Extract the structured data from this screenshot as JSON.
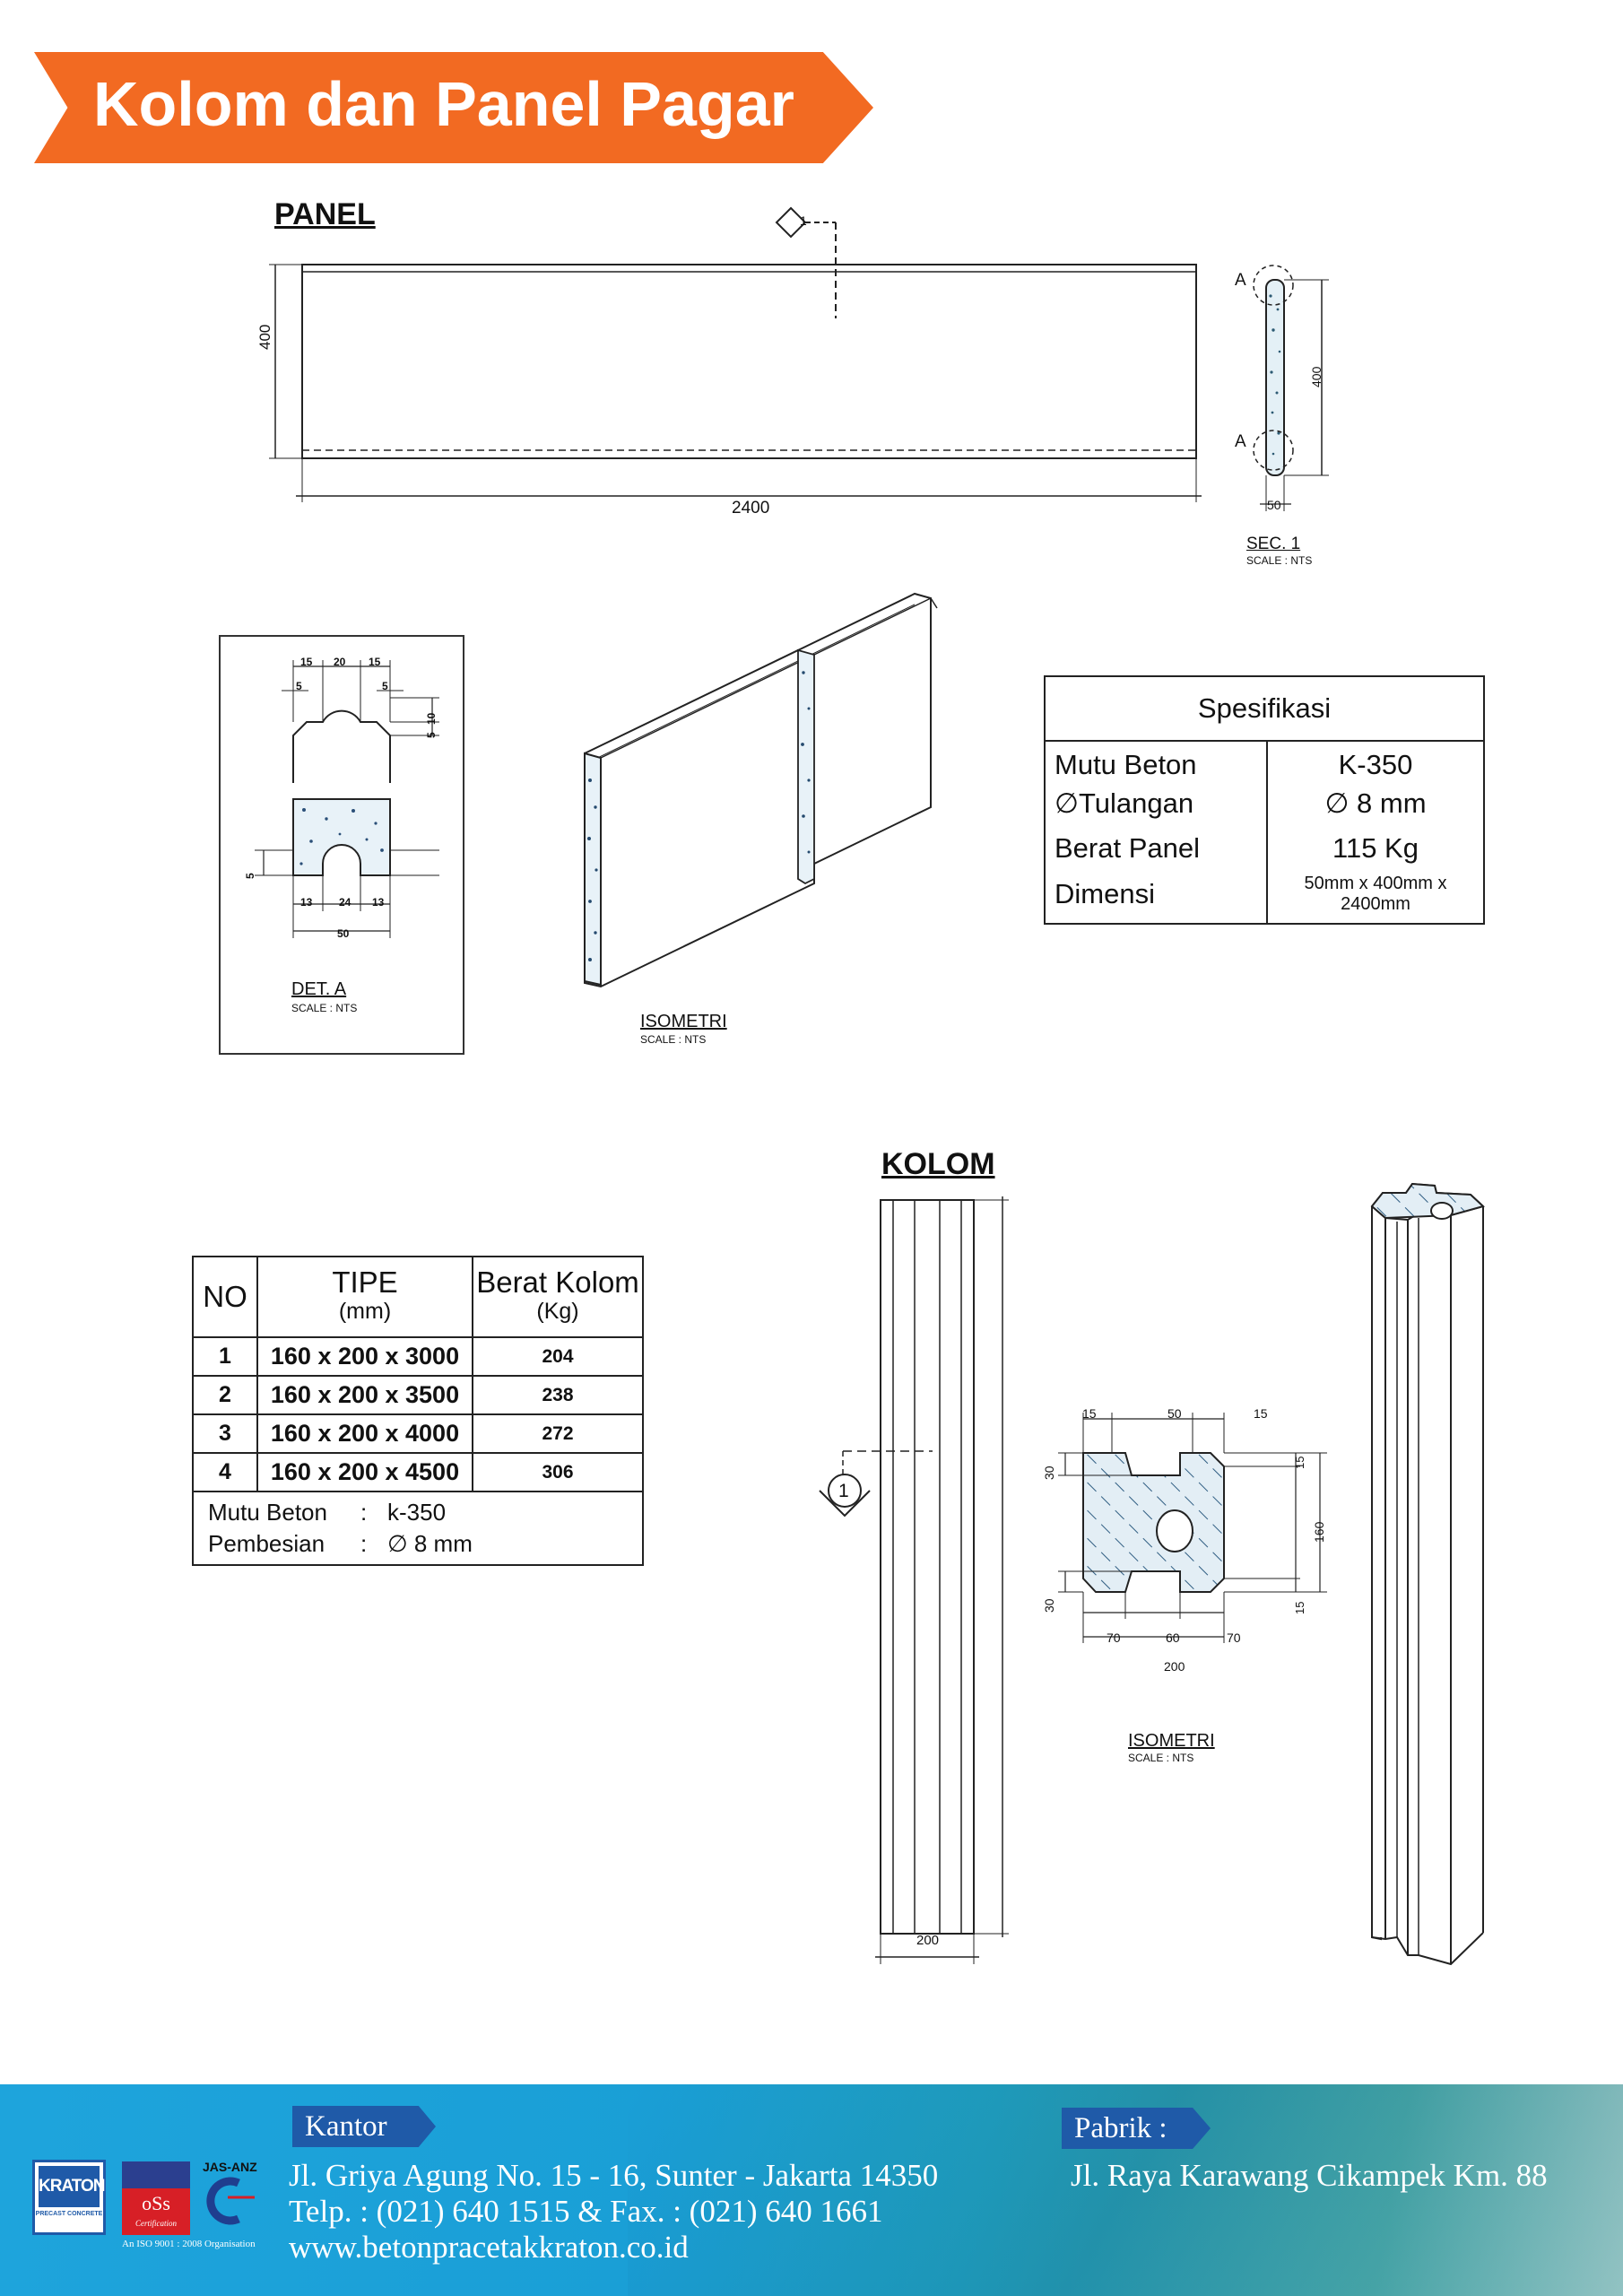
{
  "title": "Kolom dan Panel Pagar",
  "panel": {
    "label": "PANEL",
    "height_dim": "400",
    "length_dim": "2400",
    "section_marker": "1",
    "section": {
      "label": "SEC.  1",
      "scale": "SCALE : NTS",
      "marker_a": "A",
      "height_dim": "400",
      "width_dim": "50"
    },
    "detail": {
      "label": "DET.  A",
      "scale": "SCALE : NTS",
      "dims": [
        "15",
        "20",
        "15",
        "5",
        "5",
        "5",
        "10",
        "5",
        "13",
        "24",
        "13",
        "50"
      ]
    },
    "isometric": {
      "label": "ISOMETRI",
      "scale": "SCALE : NTS"
    }
  },
  "spesifikasi": {
    "header": "Spesifikasi",
    "rows": [
      {
        "label": "Mutu Beton",
        "value": "K-350"
      },
      {
        "label": "∅Tulangan",
        "value": "∅ 8 mm"
      },
      {
        "label": "Berat Panel",
        "value": "115 Kg"
      },
      {
        "label": "Dimensi",
        "value": "50mm x 400mm x 2400mm"
      }
    ]
  },
  "kolom": {
    "label": "KOLOM",
    "marker": "1",
    "width_dim": "200",
    "isometric": {
      "label": "ISOMETRI",
      "scale": "SCALE : NTS"
    },
    "section_dims": {
      "top": [
        "15",
        "50",
        "15"
      ],
      "left": [
        "30",
        "30"
      ],
      "right": [
        "15",
        "160",
        "15"
      ],
      "bottom": [
        "70",
        "60",
        "70"
      ],
      "total": "200"
    }
  },
  "kolom_table": {
    "headers": {
      "no": "NO",
      "tipe": "TIPE",
      "tipe_unit": "(mm)",
      "berat": "Berat Kolom",
      "berat_unit": "(Kg)"
    },
    "rows": [
      {
        "no": "1",
        "tipe": "160 x 200 x 3000",
        "berat": "204"
      },
      {
        "no": "2",
        "tipe": "160 x 200 x 3500",
        "berat": "238"
      },
      {
        "no": "3",
        "tipe": "160 x 200 x 4000",
        "berat": "272"
      },
      {
        "no": "4",
        "tipe": "160 x 200 x 4500",
        "berat": "306"
      }
    ],
    "notes": [
      {
        "label": "Mutu Beton",
        "sep": ":",
        "value": "k-350"
      },
      {
        "label": "Pembesian",
        "sep": ":",
        "value": "∅ 8 mm"
      }
    ]
  },
  "footer": {
    "logos": {
      "kraton": "KRATON",
      "kraton_sub": "PRECAST CONCRETE",
      "oss": "oSs",
      "oss_sub": "Certification",
      "jas": "JAS-ANZ",
      "iso": "An ISO 9001 : 2008 Organisation"
    },
    "kantor_tag": "Kantor",
    "kantor_address": "Jl. Griya Agung No. 15 - 16, Sunter - Jakarta 14350",
    "kantor_phone": "Telp. : (021) 640 1515 & Fax. : (021) 640 1661",
    "website": "www.betonpracetakkraton.co.id",
    "pabrik_tag": "Pabrik :",
    "pabrik_address": "Jl. Raya Karawang Cikampek Km. 88"
  }
}
